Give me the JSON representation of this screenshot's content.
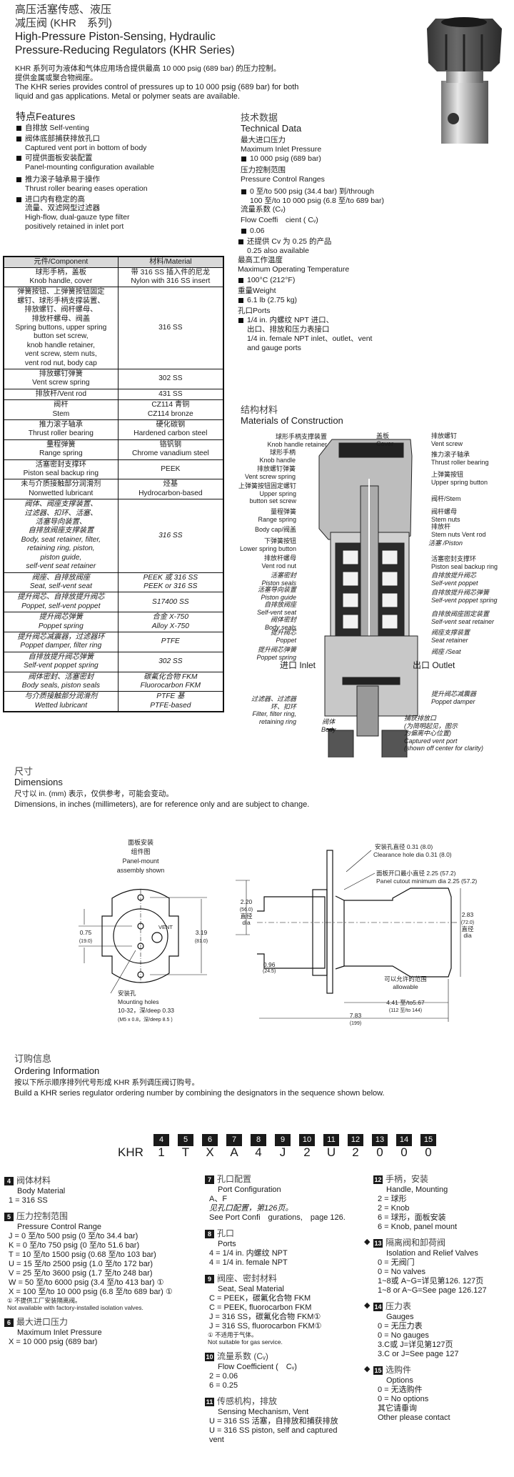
{
  "title": {
    "zh1": "高压活塞传感、液压",
    "zh2": "减压阀 (KHR　系列)",
    "en1": "High-Pressure Piston-Sensing, Hydraulic",
    "en2": "Pressure-Reducing Regulators (KHR Series)"
  },
  "intro": {
    "zh1": "KHR 系列可为液体和气体应用场合提供最高 10 000 psig (689 bar) 的压力控制。",
    "zh2": "提供金属或聚合物阀座。",
    "en1": "The KHR series provides control of pressures up to 10 000 psig (689 bar) for both",
    "en2": "liquid and gas applications. Metal or polymer seats are available."
  },
  "features": {
    "heading": "特点Features",
    "items": [
      {
        "zh": "自排放 Self-venting",
        "en": ""
      },
      {
        "zh": "阀体底部捕获排放孔口",
        "en": "Captured vent port in bottom of body"
      },
      {
        "zh": "可提供面板安装配置",
        "en": "Panel-mounting configuration available"
      },
      {
        "zh": "推力滚子轴承易于操作",
        "en": "Thrust roller bearing eases operation"
      },
      {
        "zh": "进口内有稳定的高",
        "zh2": "流量、双滤网型过滤器",
        "en": "High-flow, dual-gauze type filter",
        "en2": "positively retained in inlet port"
      }
    ]
  },
  "materials_table": {
    "headers": [
      "元件/Component",
      "材料/Material"
    ],
    "rows": [
      {
        "c": [
          "球形手柄，盖板",
          "Knob handle, cover"
        ],
        "m": [
          "带 316 SS 插入件的尼龙",
          "Nylon with 316 SS insert"
        ]
      },
      {
        "c": [
          "弹簧按钮、上弹簧按钮固定",
          "螺钉、球形手柄支撑装置、",
          "排放螺钉、阀杆螺母、",
          "排放杆螺母、阀盖",
          "Spring buttons, upper spring",
          "button set screw,",
          "knob handle retainer,",
          "vent screw, stem nuts,",
          "vent rod nut, body cap"
        ],
        "m": [
          "316 SS"
        ]
      },
      {
        "c": [
          "排放螺钉弹簧",
          "Vent screw spring"
        ],
        "m": [
          "302 SS"
        ]
      },
      {
        "c": [
          "排放杆/Vent rod"
        ],
        "m": [
          "431 SS"
        ]
      },
      {
        "c": [
          "阀杆",
          "Stem"
        ],
        "m": [
          "CZ114 青铜",
          "CZ114 bronze"
        ]
      },
      {
        "c": [
          "推力滚子轴承",
          "Thrust roller bearing"
        ],
        "m": [
          "硬化碳钢",
          "Hardened carbon steel"
        ]
      },
      {
        "c": [
          "量程弹簧",
          "Range spring"
        ],
        "m": [
          "铬钒钢",
          "Chrome vanadium steel"
        ]
      },
      {
        "c": [
          "活塞密封支撑环",
          "Piston seal backup ring"
        ],
        "m": [
          "PEEK"
        ]
      },
      {
        "c": [
          "未与介质接触部分润滑剂",
          "Nonwetted lubricant"
        ],
        "m": [
          "烃基",
          "Hydrocarbon-based"
        ]
      },
      {
        "c": [
          "阀体、阀座支撑装置、",
          "过滤器、扣环、活塞、",
          "活塞导向装置、",
          "自排放阀座支撑装置",
          "Body, seat retainer, filter,",
          "retaining ring, piston,",
          "piston guide,",
          "self-vent seat retainer"
        ],
        "m": [
          "316 SS"
        ],
        "italic": true
      },
      {
        "c": [
          "阀座、自排放阀座",
          "Seat, self-vent seat"
        ],
        "m": [
          "PEEK 或 316 SS",
          "PEEK or 316 SS"
        ],
        "italic": true
      },
      {
        "c": [
          "提升阀芯、自排放提升阀芯",
          "Poppet, self-vent poppet"
        ],
        "m": [
          "S17400 SS"
        ],
        "italic": true
      },
      {
        "c": [
          "提升阀芯弹簧",
          "Poppet spring"
        ],
        "m": [
          "合金 X-750",
          "Alloy X-750"
        ],
        "italic": true
      },
      {
        "c": [
          "提升阀芯减震器，过滤器环",
          "Poppet damper, filter ring"
        ],
        "m": [
          "PTFE"
        ],
        "italic": true
      },
      {
        "c": [
          "自排放提升阀芯弹簧",
          "Self-vent poppet spring"
        ],
        "m": [
          "302 SS"
        ],
        "italic": true
      },
      {
        "c": [
          "阀体密封、活塞密封",
          "Body seals, piston seals"
        ],
        "m": [
          "碳氟化合物 FKM",
          "Fluorocarbon FKM"
        ],
        "italic": true
      },
      {
        "c": [
          "与介质接触部分润滑剂",
          "Wetted lubricant"
        ],
        "m": [
          "PTFE 基",
          "PTFE-based"
        ],
        "italic": true
      }
    ]
  },
  "technical": {
    "heading_zh": "技术数据",
    "heading_en": "Technical Data",
    "max_inlet_zh": "最大进口压力",
    "max_inlet_en": "Maximum Inlet Pressure",
    "max_inlet_val": "10 000 psig (689 bar)",
    "range_zh": "压力控制范围",
    "range_en": "Pressure Control Ranges",
    "range_val1": "0 至/to 500 psig (34.4 bar) 到/through",
    "range_val2": "100 至/to 10 000 psig (6.8 至/to 689 bar)",
    "cv_zh": "流量系数 (Cᵥ)",
    "cv_en": "Flow Coeffi　cient ( Cᵥ)",
    "cv_val": "0.06",
    "cv_alt_zh": "还提供 Cv 为 0.25 的产品",
    "cv_alt_en": "0.25 also available",
    "temp_zh": "最高工作温度",
    "temp_en": "Maximum Operating Temperature",
    "temp_val": "100°C (212°F)",
    "weight_label": "重量Weight",
    "weight_val": "6.1 lb (2.75 kg)",
    "ports_label": "孔口Ports",
    "ports_zh1": "1/4 in. 内螺纹 NPT  进口、",
    "ports_zh2": "出口、排放和压力表接口",
    "ports_en1": "1/4 in. female NPT inlet、outlet、vent",
    "ports_en2": "and gauge ports"
  },
  "construction": {
    "heading_zh": "结构材料",
    "heading_en": "Materials of Construction",
    "labels": [
      "球形手柄支撑装置",
      "Knob handle retainer",
      "球形手柄",
      "Knob handle",
      "排放螺钉弹簧",
      "Vent screw spring",
      "上弹簧按钮固定螺钉",
      "Upper spring",
      "button set screw",
      "量程弹簧",
      "Range spring",
      "Body cap/阀盖",
      "下弹簧按钮",
      "Lower spring button",
      "排放杆螺母",
      "Vent rod nut",
      "活塞密封",
      "Piston seals",
      "活塞导向装置",
      "Piston guide",
      "自排放阀座",
      "Self-vent seat",
      "阀体密封",
      "Body seals",
      "提升阀芯",
      "Poppet",
      "提升阀芯弹簧",
      "Poppet spring",
      "进口 Inlet",
      "过滤器、过滤器",
      "环、扣环",
      "Filter, filter ring,",
      "retaining ring",
      "阀体",
      "Body",
      "盖板",
      "Cover",
      "排放螺钉",
      "Vent screw",
      "推力滚子轴承",
      "Thrust roller bearing",
      "上弹簧按钮",
      "Upper spring button",
      "阀杆/Stem",
      "阀杆螺母",
      "Stem nuts",
      "排放杆",
      "Stem nuts Vent rod",
      "活塞 /Piston",
      "活塞密封支撑环",
      "Piston seal backup ring",
      "自排放提升阀芯",
      "Self-vent poppet",
      "自排放提升阀芯弹簧",
      "Self-vent poppet spring",
      "自排放阀座固定装置",
      "Self-vent seat retainer",
      "阀座支撑装置",
      "Seat retainer",
      "阀座 /Seat",
      "出口 Outlet",
      "提升阀芯减震器",
      "Poppet damper",
      "捕获排放口",
      "(为简明起见，图示",
      "为偏离中心位置)",
      "Captured vent port",
      "(shown off center for clarity)"
    ]
  },
  "dimensions": {
    "heading_zh": "尺寸",
    "heading_en": "Dimensions",
    "note_zh": "尺寸以 in. (mm) 表示，仅供参考，可能会变动。",
    "note_en": "Dimensions, in inches (millimeters), are for reference only and are subject to change.",
    "panel_zh1": "面板安装",
    "panel_zh2": "组件图",
    "panel_en1": "Panel-mount",
    "panel_en2": "assembly shown",
    "d075": "0.75",
    "d075mm": "(19.0)",
    "vent": "VENT",
    "d319": "3.19",
    "d319mm": "(81.0)",
    "holes_zh": "安装孔",
    "holes_en": "Mounting holes",
    "holes_spec": "10-32，深/deep 0.33",
    "holes_spec_mm": "(M5 x 0.8，深/deep 8.5 )",
    "d220": "2.20",
    "d220mm": "(56.0)",
    "dia_zh": "直径",
    "dia_en": "dia",
    "clear_zh": "安装孔直径 0.31 (8.0)",
    "clear_en": "Clearance hole dia 0.31 (8.0)",
    "cutout_zh": "面板开口最小直径 2.25 (57.2)",
    "cutout_en": "Panel cutout minimum dia 2.25 (57.2)",
    "d283": "2.83",
    "d283mm": "(72.0)",
    "d096": "0.96",
    "d096mm": "(24.5)",
    "allow_zh": "可以允许的范围",
    "allow_en": "allowable",
    "d441": "4.41 至/to5.67",
    "d441mm": "(112 至/to 144)",
    "d783": "7.83",
    "d783mm": "(199)"
  },
  "ordering": {
    "heading_zh": "订购信息",
    "heading_en": "Ordering Information",
    "note_zh": "按以下所示顺序排列代号形成 KHR 系列调压阀订购号。",
    "note_en": "Build a KHR series regulator ordering number by combining the designators in the sequence shown below.",
    "prefix": "KHR",
    "positions": [
      "4",
      "5",
      "6",
      "7",
      "8",
      "9",
      "10",
      "11",
      "12",
      "13",
      "14",
      "15"
    ],
    "codes": [
      "1",
      "T",
      "X",
      "A",
      "4",
      "J",
      "2",
      "U",
      "2",
      "0",
      "0",
      "0"
    ],
    "sections": [
      {
        "num": "4",
        "zh": "阀体材料",
        "en": "Body Material",
        "lines": [
          "1 = 316 SS"
        ]
      },
      {
        "num": "5",
        "zh": "压力控制范围",
        "en": "Pressure Control Range",
        "lines": [
          "J = 0 至/to 500 psig (0 至/to 34.4 bar)",
          "K = 0 至/to 750 psig (0 至/to 51.6 bar)",
          "T = 10 至/to 1500 psig (0.68 至/to 103 bar)",
          "U = 15 至/to 2500 psig (1.0 至/to 172 bar)",
          "V = 25 至/to 3600 psig (1.7 至/to 248 bar)",
          "W = 50 至/to 6000 psig (3.4 至/to 413 bar) ①",
          "X = 100 至/to 10 000 psig (6.8 至/to 689 bar) ①"
        ],
        "foot": [
          "① 不提供工厂安装隔离阀。",
          "Not available with factory-installed isolation valves."
        ]
      },
      {
        "num": "6",
        "zh": "最大进口压力",
        "en": "Maximum Inlet Pressure",
        "lines": [
          "X = 10 000 psig (689 bar)"
        ]
      },
      {
        "num": "7",
        "zh": "孔口配置",
        "en": "Port Configuration",
        "lines": [
          "A、F",
          "见孔口配置，第126页。",
          "See Port Confi　gurations,　page 126."
        ]
      },
      {
        "num": "8",
        "zh": "孔口",
        "en": "Ports",
        "lines": [
          "4 = 1/4 in.  内螺纹 NPT",
          "4 = 1/4 in. female NPT"
        ]
      },
      {
        "num": "9",
        "zh": "阀座、密封材料",
        "en": "Seat, Seal Material",
        "lines": [
          "C = PEEK，碳氟化合物 FKM",
          "C = PEEK, fluorocarbon FKM",
          "J = 316 SS，碳氟化合物 FKM①",
          "J = 316 SS, fluorocarbon FKM①"
        ],
        "foot": [
          "① 不适用于气体。",
          "Not suitable for gas service."
        ]
      },
      {
        "num": "10",
        "zh": "流量系数 (Cᵥ)",
        "en": "Flow Coefficient (　Cᵥ)",
        "lines": [
          "2 = 0.06",
          "6 = 0.25"
        ]
      },
      {
        "num": "11",
        "zh": "传感机构，排放",
        "en": "Sensing Mechanism, Vent",
        "lines": [
          "U = 316 SS  活塞，自排放和捕获排放",
          "U = 316 SS piston, self and captured",
          "     vent"
        ]
      },
      {
        "num": "12",
        "zh": "手柄，安装",
        "en": "Handle, Mounting",
        "lines": [
          "2 = 球形",
          "2 = Knob",
          "6 =  球形，面板安装",
          "6 = Knob, panel mount"
        ]
      },
      {
        "num": "13",
        "zh": "隔离阀和卸荷阀",
        "en": "Isolation and Relief Valves",
        "lines": [
          "0 = 无阀门",
          "0 = No valves",
          "1~8或 A~G=详见第126. 127页",
          "1~8 or A~G=See page 126.127"
        ],
        "diamond": true
      },
      {
        "num": "14",
        "zh": "压力表",
        "en": "Gauges",
        "lines": [
          "0 = 无压力表",
          "0 = No gauges",
          "3.C或 J=详见第127页",
          "3.C or J=See page 127"
        ],
        "diamond": true
      },
      {
        "num": "15",
        "zh": "选购件",
        "en": "Options",
        "lines": [
          "0 = 无选购件",
          "0 = No options",
          "其它请垂询",
          "Other please contact"
        ],
        "diamond": true
      }
    ]
  }
}
